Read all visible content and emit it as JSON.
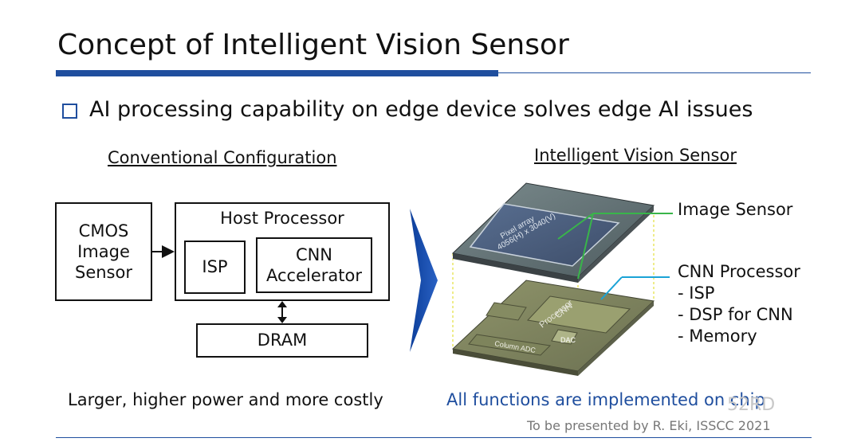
{
  "slide": {
    "title": "Concept of Intelligent Vision Sensor",
    "bullet": "AI processing capability on edge device solves edge AI issues",
    "credit": "To be presented by R. Eki, ISSCC 2021",
    "watermark": "52RD"
  },
  "conventional": {
    "heading": "Conventional Configuration",
    "cmos": "CMOS\nImage\nSensor",
    "host": "Host Processor",
    "isp": "ISP",
    "cnn": "CNN\nAccelerator",
    "dram": "DRAM",
    "caption": "Larger, higher power and more costly"
  },
  "intelligent": {
    "heading": "Intelligent Vision Sensor",
    "labels": {
      "image_sensor": "Image Sensor",
      "cnn_processor": "CNN Processor",
      "isp": "-  ISP",
      "dsp": "-  DSP for CNN",
      "memory": "-  Memory"
    },
    "chip_text": {
      "pixel_array": "Pixel array",
      "pixel_dims": "4056(H) x 3040(V)",
      "cnn_line1": "CNN",
      "cnn_line2": "Processor",
      "dac": "DAC",
      "column_adc": "Column ADC"
    },
    "caption": "All functions are implemented on chip"
  },
  "colors": {
    "accent_blue": "#1f4e9e",
    "leader_green": "#39b54a",
    "leader_cyan": "#1aa3d6",
    "guide_yellow": "#e5e24a"
  }
}
